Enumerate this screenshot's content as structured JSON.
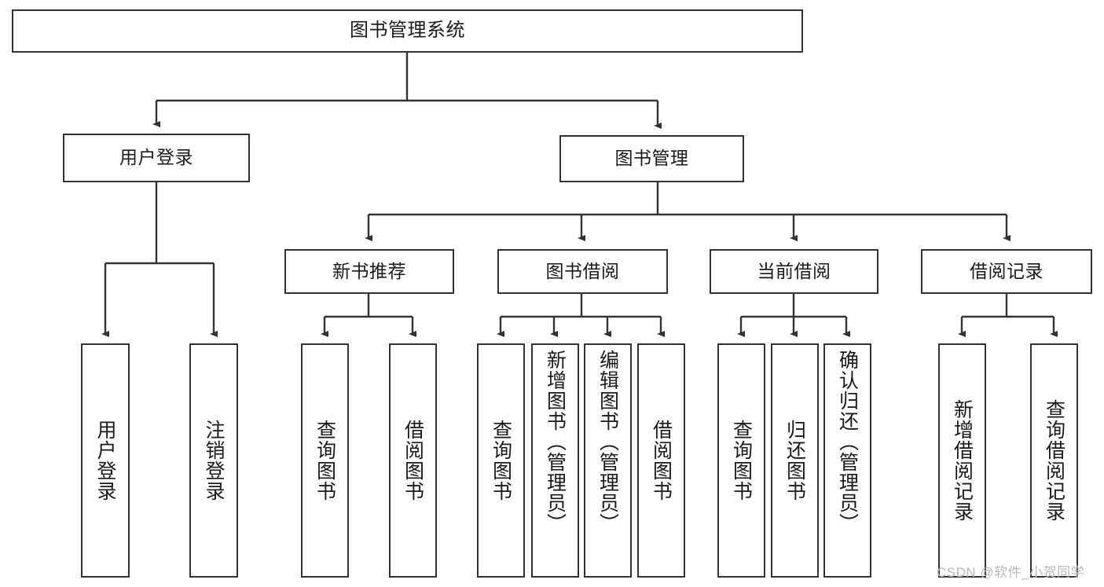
{
  "diagram": {
    "title": "图书管理系统",
    "type": "tree",
    "style": {
      "box_border_color": "#333333",
      "box_fill_color": "#ffffff",
      "connector_color": "#333333",
      "text_color": "#1a1a1a",
      "background": "#ffffff"
    },
    "nodes": {
      "root": {
        "label": "图书管理系统",
        "level": 1
      },
      "user_login": {
        "label": "用户登录",
        "level": 2
      },
      "book_manage": {
        "label": "图书管理",
        "level": 2
      },
      "new_book_recommend": {
        "label": "新书推荐",
        "level": 3
      },
      "book_borrow": {
        "label": "图书借阅",
        "level": 3
      },
      "current_borrow": {
        "label": "当前借阅",
        "level": 3
      },
      "borrow_record": {
        "label": "借阅记录",
        "level": 3
      },
      "leaf_user_login": {
        "label": "用户登录",
        "level": 4,
        "parent": "user_login"
      },
      "leaf_logout_login": {
        "label": "注销登录",
        "level": 4,
        "parent": "user_login"
      },
      "leaf_query_book_1": {
        "label": "查询图书",
        "level": 4,
        "parent": "new_book_recommend"
      },
      "leaf_borrow_book_1": {
        "label": "借阅图书",
        "level": 4,
        "parent": "new_book_recommend"
      },
      "leaf_query_book_2": {
        "label": "查询图书",
        "level": 4,
        "parent": "book_borrow"
      },
      "leaf_add_book_admin": {
        "label": "新增图书（管理员）",
        "level": 4,
        "parent": "book_borrow"
      },
      "leaf_edit_book_admin": {
        "label": "编辑图书（管理员）",
        "level": 4,
        "parent": "book_borrow"
      },
      "leaf_borrow_book_2": {
        "label": "借阅图书",
        "level": 4,
        "parent": "book_borrow"
      },
      "leaf_query_book_3": {
        "label": "查询图书",
        "level": 4,
        "parent": "current_borrow"
      },
      "leaf_return_book": {
        "label": "归还图书",
        "level": 4,
        "parent": "current_borrow"
      },
      "leaf_confirm_return_admin": {
        "label": "确认归还（管理员）",
        "level": 4,
        "parent": "current_borrow"
      },
      "leaf_add_borrow_record": {
        "label": "新增借阅记录",
        "level": 4,
        "parent": "borrow_record"
      },
      "leaf_query_borrow_record": {
        "label": "查询借阅记录",
        "level": 4,
        "parent": "borrow_record"
      }
    }
  },
  "watermark": {
    "text": "CSDN @软件_小贺同学"
  }
}
